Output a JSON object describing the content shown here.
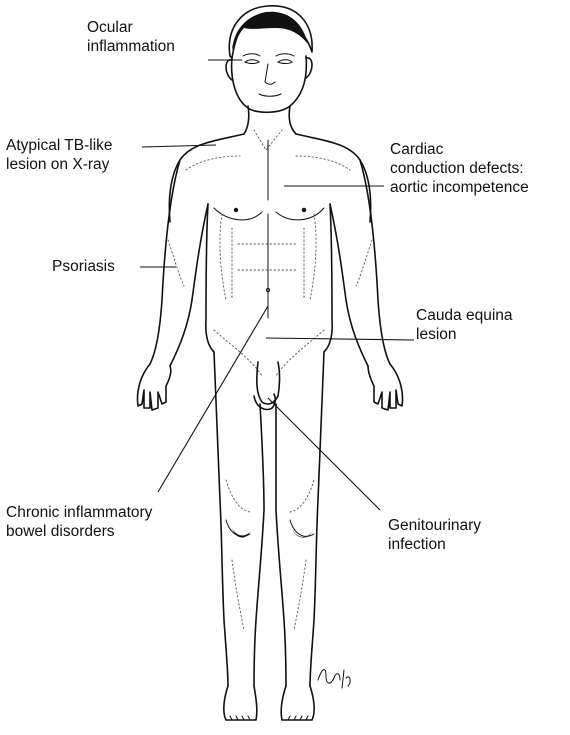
{
  "labels": {
    "ocular": [
      "Ocular",
      "inflammation"
    ],
    "tb": [
      "Atypical TB-like",
      "lesion on X-ray"
    ],
    "cardiac": [
      "Cardiac",
      "conduction defects:",
      "aortic incompetence"
    ],
    "psoriasis": [
      "Psoriasis"
    ],
    "cauda": [
      "Cauda equina",
      "lesion"
    ],
    "ibd": [
      "Chronic inflammatory",
      "bowel disorders"
    ],
    "gu": [
      "Genitourinary",
      "infection"
    ]
  },
  "signature": "Hue '87"
}
